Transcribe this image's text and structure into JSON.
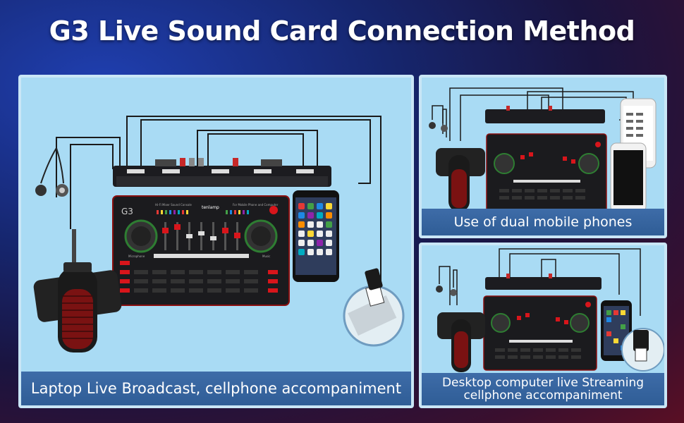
{
  "title": "G3 Live Sound Card Connection Method",
  "panels": {
    "laptop": {
      "caption": "Laptop Live Broadcast, cellphone accompaniment"
    },
    "dual_phones": {
      "caption": "Use of dual mobile phones"
    },
    "desktop": {
      "caption_line1": "Desktop computer live Streaming",
      "caption_line2": "cellphone accompaniment"
    }
  },
  "device": {
    "brand": "tenlamp",
    "model": "G3",
    "subtitle": "Hi-Fi  Mixer  Sound  Console",
    "phone_label": "For Mobile Phone and Computer",
    "mic_label": "Microphone",
    "music_label": "Music"
  },
  "colors": {
    "panel_bg": "#a9dbf4",
    "caption_bg": "#2f5d96",
    "accent_red": "#d8151b",
    "device_dark": "#1b1b1e"
  }
}
